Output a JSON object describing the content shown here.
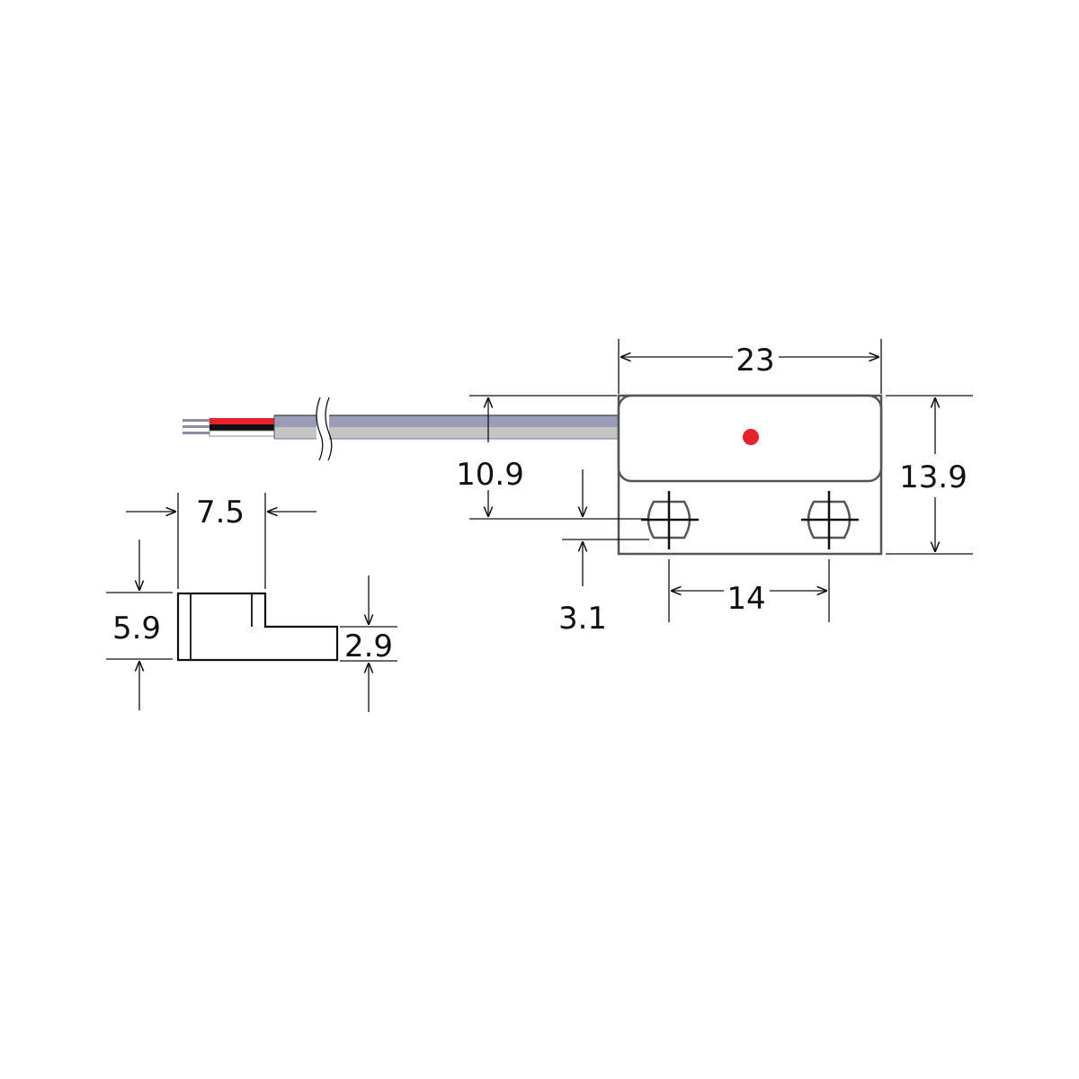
{
  "dimensions": {
    "length": "23",
    "height": "13.9",
    "hole_height": "10.9",
    "hole_offset": "3.1",
    "hole_spacing": "14",
    "side_width": "7.5",
    "side_height": "5.9",
    "flange_height": "2.9"
  },
  "colors": {
    "indicator": "#e8212a",
    "wire_red": "#e8212a",
    "wire_black": "#111111",
    "wire_white": "#ffffff",
    "cable_top": "#9a9cb8",
    "cable_bottom": "#c4c4c4",
    "outline": "#555555"
  }
}
